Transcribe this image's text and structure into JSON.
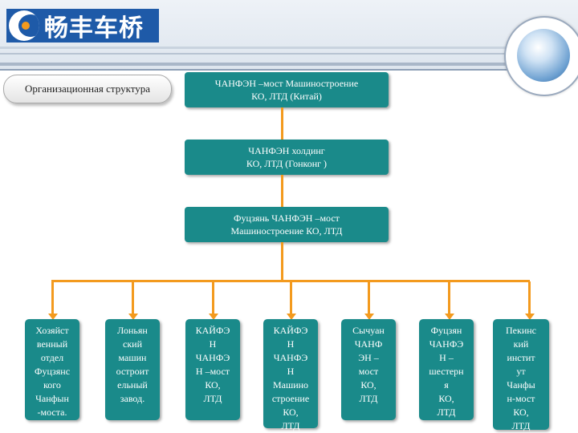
{
  "header": {
    "logo_text": "畅丰车桥",
    "colors": {
      "band": "#dde5ee",
      "logo_bg": "#1e5aa8",
      "accent": "#f39a1e"
    }
  },
  "org_label": "Организационная структура",
  "level1": {
    "line1": "ЧАНФЭН –мост Машиностроение",
    "line2": "КО, ЛТД (Китай)"
  },
  "level2": {
    "line1": "ЧАНФЭН холдинг",
    "line2": "КО, ЛТД (Гонконг )"
  },
  "level3": {
    "line1": "Фуцзянь ЧАНФЭН –мост",
    "line2": "Машиностроение КО, ЛТД"
  },
  "children": [
    {
      "lines": [
        "Хозяйст",
        "венный",
        "отдел",
        "Фуцзянс",
        "кого",
        "Чанфын",
        "-моста."
      ]
    },
    {
      "lines": [
        "Лоньян",
        "ский",
        "машин",
        "остроит",
        "ельный",
        "завод."
      ]
    },
    {
      "lines": [
        "КАЙФЭ",
        "Н",
        "ЧАНФЭ",
        "Н –мост",
        "КО,",
        "ЛТД"
      ]
    },
    {
      "lines": [
        "КАЙФЭ",
        "Н",
        "ЧАНФЭ",
        "Н",
        "Машино",
        "строение",
        "КО,",
        "ЛТД"
      ]
    },
    {
      "lines": [
        "Сычуан",
        "ЧАНФ",
        "ЭН –",
        "мост",
        "КО,",
        "ЛТД"
      ]
    },
    {
      "lines": [
        "Фуцзян",
        "ЧАНФЭ",
        "Н –",
        "шестерн",
        "я",
        "КО,",
        "ЛТД"
      ]
    },
    {
      "lines": [
        "Пекинс",
        "кий",
        "инстит",
        "ут",
        "Чанфы",
        "н-мост",
        "КО,",
        "ЛТД"
      ]
    }
  ],
  "box_color": "#1a8a8a",
  "connector_color": "#f39a1e"
}
